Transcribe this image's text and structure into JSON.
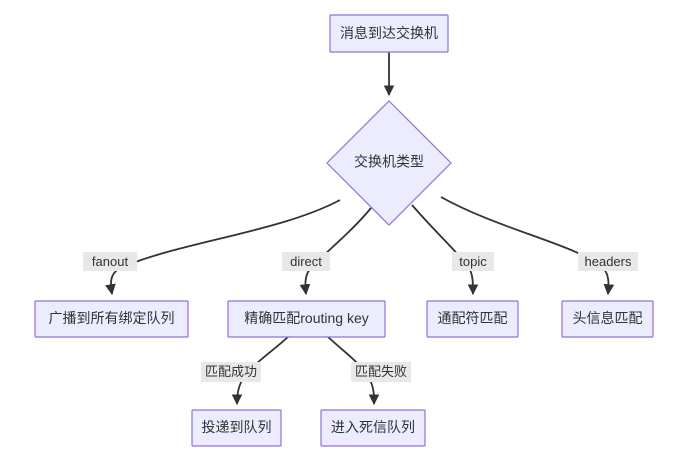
{
  "diagram": {
    "type": "flowchart",
    "direction": "top-down",
    "theme": {
      "node_fill": "#ececff",
      "node_stroke": "#9370db",
      "edge_stroke": "#333333",
      "label_bg": "#e8e8e8",
      "text_color": "#333333",
      "canvas_bg": "#ffffff"
    },
    "nodes": [
      {
        "id": "start",
        "shape": "rect",
        "label": "消息到达交换机"
      },
      {
        "id": "type",
        "shape": "diamond",
        "label": "交换机类型"
      },
      {
        "id": "fanout",
        "shape": "rect",
        "label": "广播到所有绑定队列"
      },
      {
        "id": "direct",
        "shape": "rect",
        "label": "精确匹配routing key"
      },
      {
        "id": "topic",
        "shape": "rect",
        "label": "通配符匹配"
      },
      {
        "id": "headers",
        "shape": "rect",
        "label": "头信息匹配"
      },
      {
        "id": "deliver",
        "shape": "rect",
        "label": "投递到队列"
      },
      {
        "id": "dead",
        "shape": "rect",
        "label": "进入死信队列"
      }
    ],
    "edges": [
      {
        "from": "start",
        "to": "type",
        "label": ""
      },
      {
        "from": "type",
        "to": "fanout",
        "label": "fanout"
      },
      {
        "from": "type",
        "to": "direct",
        "label": "direct"
      },
      {
        "from": "type",
        "to": "topic",
        "label": "topic"
      },
      {
        "from": "type",
        "to": "headers",
        "label": "headers"
      },
      {
        "from": "direct",
        "to": "deliver",
        "label": "匹配成功"
      },
      {
        "from": "direct",
        "to": "dead",
        "label": "匹配失败"
      }
    ]
  }
}
